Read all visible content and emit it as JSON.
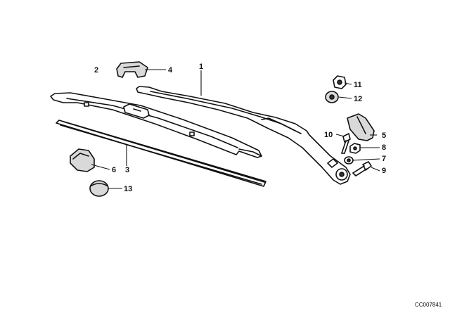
{
  "diagram": {
    "callouts": {
      "c1": "1",
      "c2": "2",
      "c3": "3",
      "c4": "4",
      "c5": "5",
      "c6": "6",
      "c7": "7",
      "c8": "8",
      "c9": "9",
      "c10": "10",
      "c11": "11",
      "c12": "12",
      "c13": "13"
    },
    "drawing_code": "CC007841"
  }
}
